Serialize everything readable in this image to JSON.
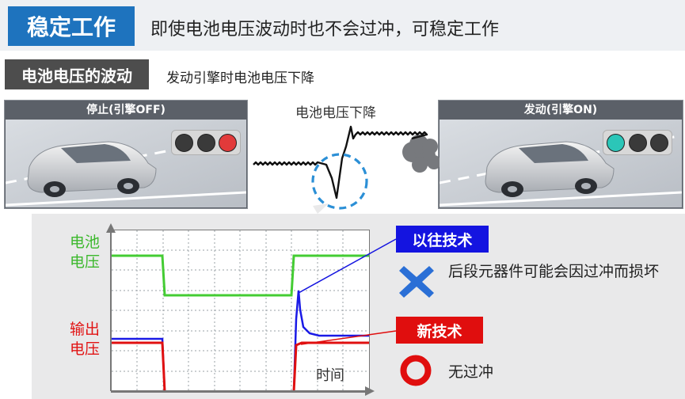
{
  "header": {
    "badge": "稳定工作",
    "text": "即使电池电压波动时也不会过冲，可稳定工作"
  },
  "section": {
    "badge": "电池电压的波动",
    "text": "发动引擎时电池电压下降"
  },
  "left_panel": {
    "title": "停止(引擎OFF)",
    "traffic_light_active": "red"
  },
  "right_panel": {
    "title": "发动(引擎ON)",
    "traffic_light_active": "green"
  },
  "middle": {
    "label": "电池电压下降"
  },
  "scope": {
    "battery_label_line1": "电池",
    "battery_label_line2": "电压",
    "output_label_line1": "输出",
    "output_label_line2": "电压",
    "x_label": "时间"
  },
  "legend": {
    "old_badge": "以往技术",
    "old_desc": "后段元器件可能会因过冲而损坏",
    "new_badge": "新技术",
    "new_desc": "无过冲"
  },
  "colors": {
    "header_blue": "#1e73be",
    "battery_green": "#3cb82d",
    "old_blue": "#1414e0",
    "new_red": "#e00e0e",
    "lamp_red": "#e23a3a",
    "lamp_green": "#2bc6b8",
    "dashed_circle": "#2b8fd6"
  },
  "icons": {
    "old": "x-cross-icon",
    "new": "circle-ok-icon"
  }
}
